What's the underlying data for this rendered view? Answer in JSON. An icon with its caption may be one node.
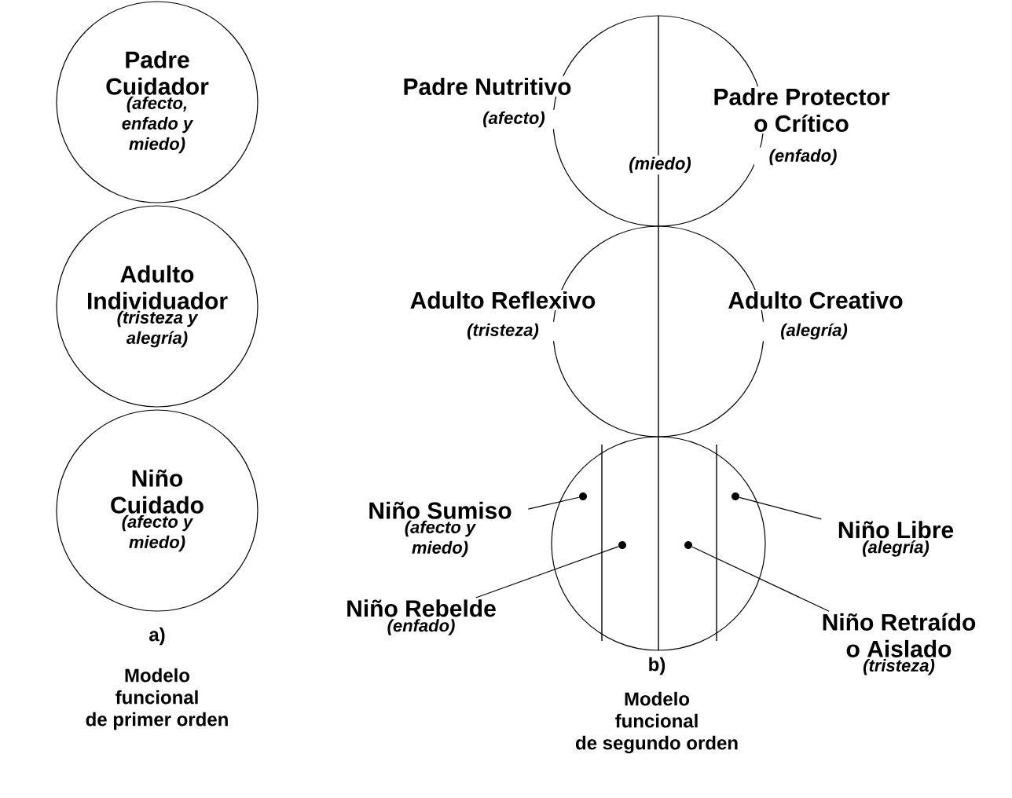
{
  "diagram": {
    "nodes": [
      {
        "text": [
          "Padre Cuidador",
          "(afecto, enfado y miedo)"
        ]
      },
      {
        "text": [
          "Adulto Individuador",
          "(tristeza y alegría)"
        ]
      },
      {
        "text": [
          "Niño Cuidado",
          "(afecto y miedo)"
        ]
      },
      {
        "text": [
          "Padre Nutritivo",
          "(afecto)",
          "(miedo)",
          "Padre Protector o Crítico",
          "(enfado)"
        ]
      },
      {
        "text": [
          "Adulto Reflexivo",
          "(tristeza)",
          "Adulto Creativo",
          "(alegría)"
        ]
      },
      {
        "text": [],
        "shape": "circle"
      },
      {
        "text": [],
        "shape": "dot",
        "in": 5
      },
      {
        "text": [],
        "shape": "dot",
        "in": 5
      },
      {
        "text": [],
        "shape": "dot",
        "in": 5
      },
      {
        "text": [],
        "shape": "dot",
        "in": 5
      },
      {
        "text": [
          "Niño Sumiso",
          "(afecto y miedo)"
        ]
      },
      {
        "text": [
          "Niño Rebelde",
          "(enfado)"
        ]
      },
      {
        "text": [
          "Niño Libre",
          "(alegría)"
        ]
      },
      {
        "text": [
          "Niño Retraído o Aislado",
          "(tristeza)"
        ]
      }
    ],
    "edges": [
      {
        "from": 10,
        "to": 6,
        "arrow": "none"
      },
      {
        "from": 11,
        "to": 7,
        "arrow": "none"
      },
      {
        "from": 12,
        "to": 8,
        "arrow": "none"
      },
      {
        "from": 13,
        "to": 9,
        "arrow": "none"
      }
    ],
    "labels": [
      "a)",
      "Modelo funcional de primer orden",
      "b)",
      "Modelo funcional de segundo orden"
    ]
  }
}
